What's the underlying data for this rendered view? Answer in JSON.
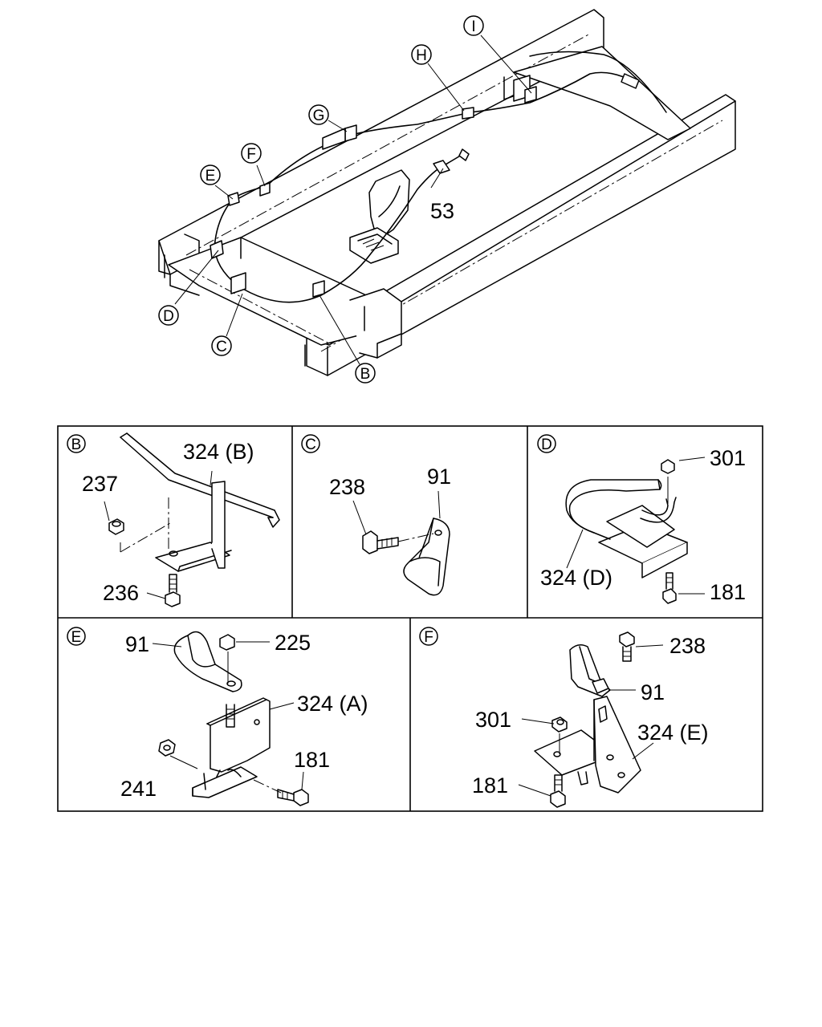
{
  "overview": {
    "callouts": [
      "I",
      "H",
      "G",
      "F",
      "E",
      "D",
      "C",
      "B"
    ],
    "part_label": "53"
  },
  "panels": {
    "B": {
      "letter": "B",
      "labels": [
        "324 (B)",
        "237",
        "236"
      ]
    },
    "C": {
      "letter": "C",
      "labels": [
        "238",
        "91"
      ]
    },
    "D": {
      "letter": "D",
      "labels": [
        "301",
        "324 (D)",
        "181"
      ]
    },
    "E": {
      "letter": "E",
      "labels": [
        "91",
        "225",
        "324 (A)",
        "241",
        "181"
      ]
    },
    "F": {
      "letter": "F",
      "labels": [
        "238",
        "91",
        "301",
        "324 (E)",
        "181"
      ]
    }
  }
}
